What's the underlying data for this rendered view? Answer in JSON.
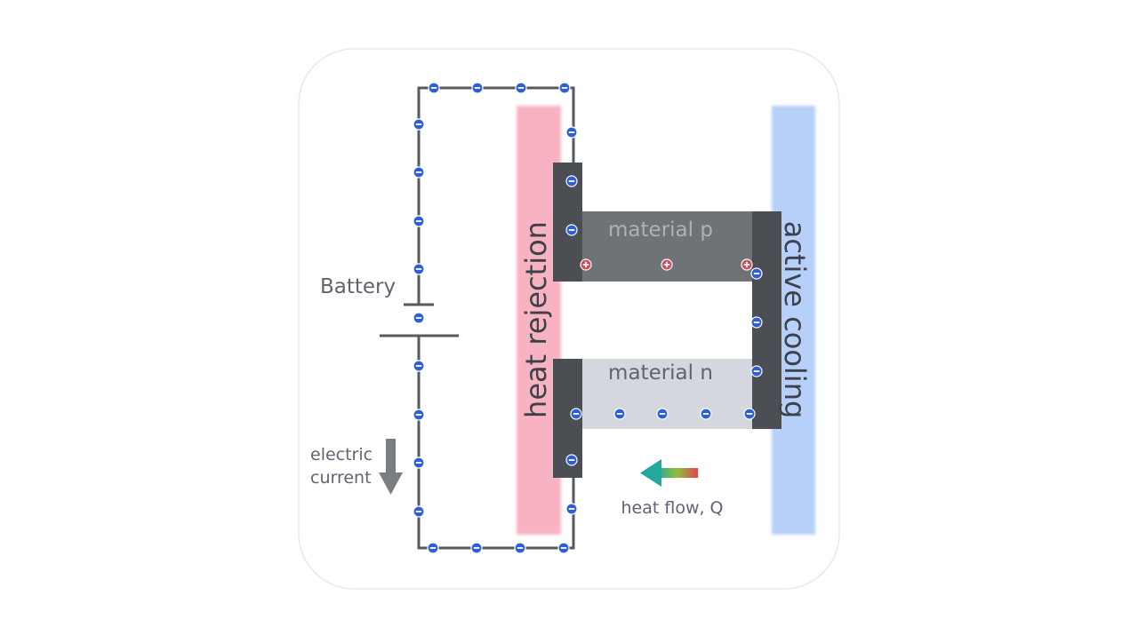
{
  "labels": {
    "battery": "Battery",
    "electric_current_line1": "electric",
    "electric_current_line2": "current",
    "heat_rejection": "heat rejection",
    "active_cooling": "active cooling",
    "material_p": "material p",
    "material_n": "material n",
    "heat_flow": "heat flow, Q"
  },
  "icons": {
    "electron": "minus-circle",
    "hole": "plus-circle",
    "current_arrow": "down-arrow",
    "heat_arrow": "left-arrow-gradient"
  },
  "colors": {
    "background": "#ffffff",
    "card_border": "#e6e6e6",
    "wire": "#5a5f66",
    "heat_rejection_band": "#f7a1b4",
    "active_cooling_band": "#a9c6f6",
    "electrode": "#4a4d52",
    "material_p": "#6e7176",
    "material_n": "#d3d6dc",
    "electron_fill": "#2e5fd8",
    "hole_fill": "#d64a5a",
    "text_gray": "#5d6270",
    "heat_arrow_start": "#2aa89a",
    "heat_arrow_end": "#e24b4b"
  }
}
